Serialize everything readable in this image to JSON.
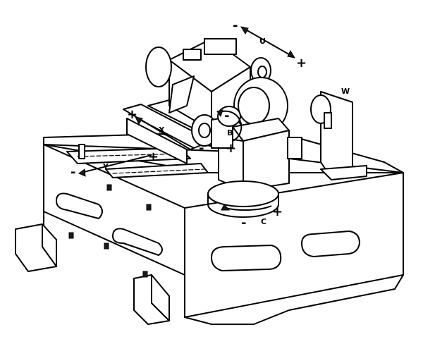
{
  "axes": {
    "u": {
      "label": "U",
      "minus": "-",
      "plus": "+"
    },
    "w": {
      "label": "W"
    },
    "x": {
      "label": "X",
      "minus": "-",
      "plus": "+"
    },
    "y": {
      "label": "Y",
      "minus": "-",
      "plus": "+"
    },
    "b": {
      "label": "B",
      "minus": "-",
      "plus": "+"
    },
    "c": {
      "label": "C",
      "minus": "-",
      "plus": "+"
    }
  }
}
